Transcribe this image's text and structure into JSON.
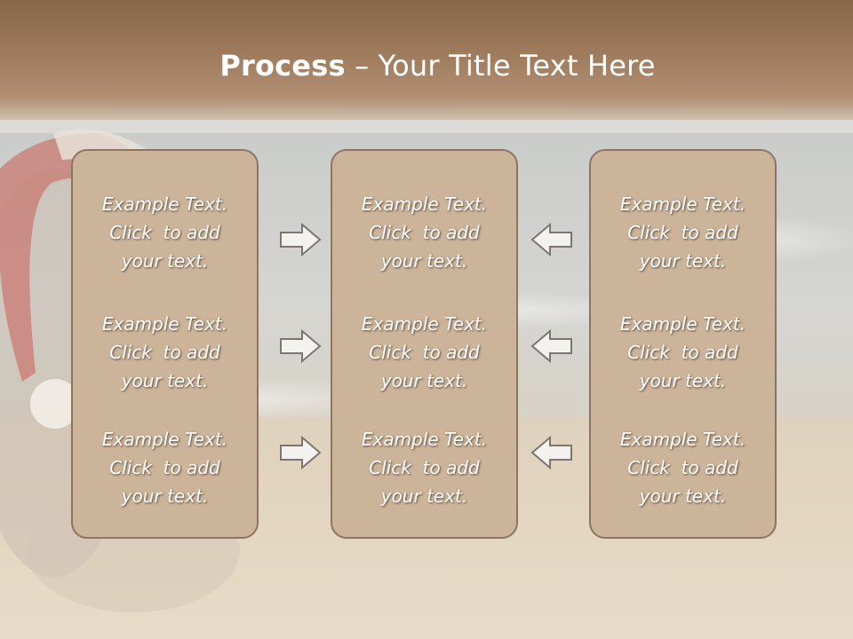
{
  "slide": {
    "title_bold": "Process",
    "title_rest": " – Your Title Text Here"
  },
  "columns": [
    {
      "items": [
        {
          "line1": "Example Text.",
          "line2": "Click  to add",
          "line3": "your text."
        },
        {
          "line1": "Example Text.",
          "line2": "Click  to add",
          "line3": "your text."
        },
        {
          "line1": "Example Text.",
          "line2": "Click  to add",
          "line3": "your text."
        }
      ]
    },
    {
      "items": [
        {
          "line1": "Example Text.",
          "line2": "Click  to add",
          "line3": "your text."
        },
        {
          "line1": "Example Text.",
          "line2": "Click  to add",
          "line3": "your text."
        },
        {
          "line1": "Example Text.",
          "line2": "Click  to add",
          "line3": "your text."
        }
      ]
    },
    {
      "items": [
        {
          "line1": "Example Text.",
          "line2": "Click  to add",
          "line3": "your text."
        },
        {
          "line1": "Example Text.",
          "line2": "Click  to add",
          "line3": "your text."
        },
        {
          "line1": "Example Text.",
          "line2": "Click  to add",
          "line3": "your text."
        }
      ]
    }
  ],
  "arrows": {
    "left_group": [
      "right-arrow-icon",
      "right-arrow-icon",
      "right-arrow-icon"
    ],
    "right_group": [
      "left-arrow-icon",
      "left-arrow-icon",
      "left-arrow-icon"
    ]
  },
  "colors": {
    "header": "#9f7b5d",
    "panel_fill": "#cbb49a",
    "panel_border": "#8c7565",
    "text": "#ffffff"
  }
}
